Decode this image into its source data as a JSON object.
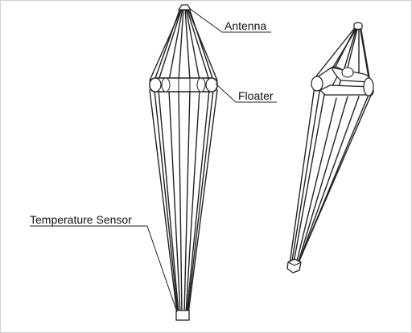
{
  "labels": {
    "antenna": "Antenna",
    "floater": "Floater",
    "temperature_sensor": "Temperature Sensor"
  },
  "colors": {
    "line": "#222222",
    "background": "#ffffff"
  }
}
